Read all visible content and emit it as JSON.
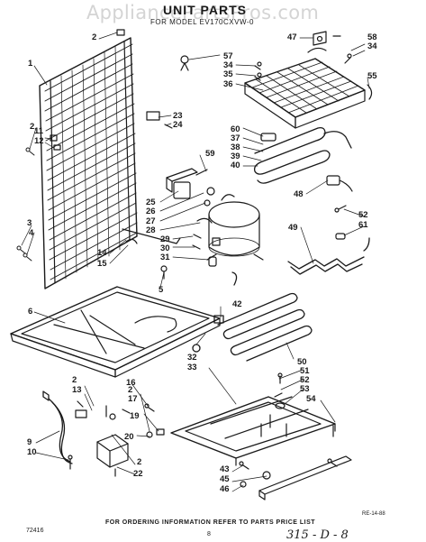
{
  "watermark": "AppliancePartsPros.com",
  "title": "UNIT PARTS",
  "subtitle": "FOR MODEL EV170CXVW-0",
  "footer_note": "FOR ORDERING INFORMATION REFER TO PARTS PRICE LIST",
  "page_number": "8",
  "corner_code": "72416",
  "figure_code": "RE-14-88",
  "handwritten_note": "315 - D - 8",
  "callouts": {
    "c1": "1",
    "c2a": "2",
    "c2b": "2",
    "c2c": "2",
    "c2d": "2",
    "c2e": "2",
    "c3": "3",
    "c4": "4",
    "c5": "5",
    "c6": "6",
    "c9": "9",
    "c10": "10",
    "c11": "11",
    "c12": "12",
    "c13": "13",
    "c14": "14",
    "c15": "15",
    "c16": "16",
    "c17": "17",
    "c19": "19",
    "c20": "20",
    "c22": "22",
    "c23": "23",
    "c24": "24",
    "c25": "25",
    "c26": "26",
    "c27": "27",
    "c28": "28",
    "c29": "29",
    "c30": "30",
    "c31": "31",
    "c32": "32",
    "c33": "33",
    "c34a": "34",
    "c34b": "34",
    "c35": "35",
    "c36": "36",
    "c37": "37",
    "c38": "38",
    "c39": "39",
    "c40": "40",
    "c42": "42",
    "c43": "43",
    "c45": "45",
    "c46": "46",
    "c47": "47",
    "c48": "48",
    "c49": "49",
    "c50": "50",
    "c51": "51",
    "c52a": "52",
    "c52b": "52",
    "c53": "53",
    "c54": "54",
    "c55": "55",
    "c57": "57",
    "c58": "58",
    "c59": "59",
    "c60": "60",
    "c61": "61"
  }
}
